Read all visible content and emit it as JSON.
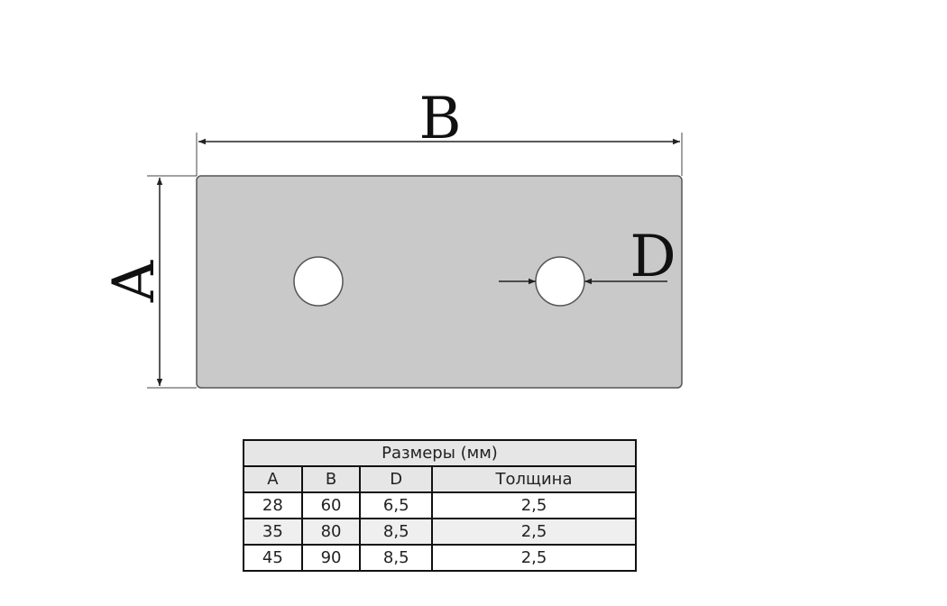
{
  "drawing": {
    "plate_color": "#c9c9c9",
    "hole_color": "#ffffff",
    "line_color": "#222222",
    "labels": {
      "A": "A",
      "B": "B",
      "D": "D"
    }
  },
  "table": {
    "caption": "Размеры (мм)",
    "headers": [
      "A",
      "B",
      "D",
      "Толщина"
    ],
    "rows": [
      [
        "28",
        "60",
        "6,5",
        "2,5"
      ],
      [
        "35",
        "80",
        "8,5",
        "2,5"
      ],
      [
        "45",
        "90",
        "8,5",
        "2,5"
      ]
    ]
  }
}
